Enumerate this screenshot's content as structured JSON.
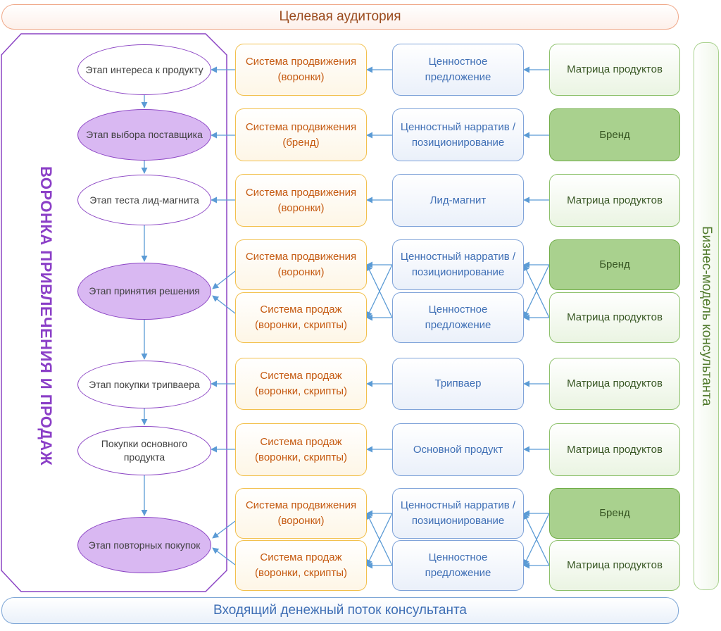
{
  "top_banner": "Целевая аудитория",
  "bottom_banner": "Входящий денежный поток консультанта",
  "right_label": "Бизнес-модель консультанта",
  "funnel_label": "ВОРОНКА ПРИВЛЕЧЕНИЯ И ПРОДАЖ",
  "stages": [
    "Этап интереса к продукту",
    "Этап выбора поставщика",
    "Этап теста лид-магнита",
    "Этап принятия решения",
    "Этап покупки трипваера",
    "Покупки основного продукта",
    "Этап повторных покупок"
  ],
  "systems": [
    "Система продвижения (воронки)",
    "Система продвижения (бренд)",
    "Система продвижения (воронки)",
    "Система продвижения (воронки)",
    "Система продаж (воронки, скрипты)",
    "Система продаж (воронки, скрипты)",
    "Система продаж (воронки, скрипты)",
    "Система продвижения (воронки)",
    "Система продаж (воронки, скрипты)"
  ],
  "values": [
    "Ценностное предложение",
    "Ценностный нарратив / позиционирование",
    "Лид-магнит",
    "Ценностный нарратив / позиционирование",
    "Ценностное предложение",
    "Трипваер",
    "Основной продукт",
    "Ценностный нарратив / позиционирование",
    "Ценностное предложение"
  ],
  "products": [
    "Матрица продуктов",
    "Бренд",
    "Матрица продуктов",
    "Бренд",
    "Матрица продуктов",
    "Матрица продуктов",
    "Матрица продуктов",
    "Бренд",
    "Матрица продуктов"
  ]
}
